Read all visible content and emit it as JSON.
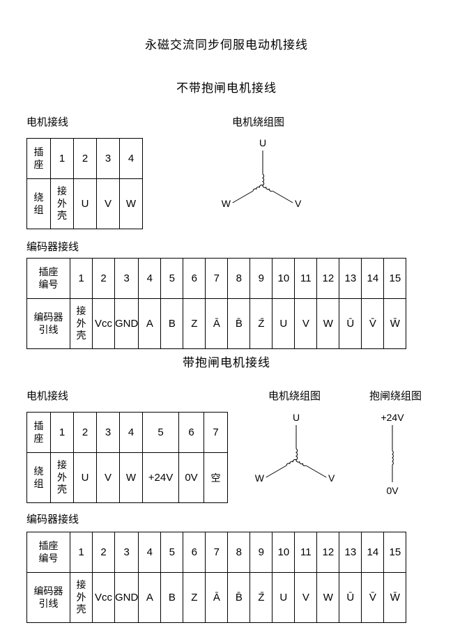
{
  "page": {
    "title": "永磁交流同步伺服电动机接线",
    "section1_title": "不带抱闸电机接线",
    "section2_title": "带抱闸电机接线"
  },
  "labels": {
    "motor_wiring": "电机接线",
    "motor_winding_diagram": "电机绕组图",
    "encoder_wiring": "编码器接线",
    "brake_winding_diagram": "抱闸绕组图"
  },
  "motor_table_no_brake": {
    "row1_header": "插座",
    "row1": [
      "1",
      "2",
      "3",
      "4"
    ],
    "row2_header": "绕组",
    "row2": [
      "接外壳",
      "U",
      "V",
      "W"
    ]
  },
  "motor_table_brake": {
    "row1_header": "插座",
    "row1": [
      "1",
      "2",
      "3",
      "4",
      "5",
      "6",
      "7"
    ],
    "row2_header": "绕组",
    "row2": [
      "接外壳",
      "U",
      "V",
      "W",
      "+24V",
      "0V",
      "空"
    ]
  },
  "encoder_table": {
    "row1_header": "插座编号",
    "row1": [
      "1",
      "2",
      "3",
      "4",
      "5",
      "6",
      "7",
      "8",
      "9",
      "10",
      "11",
      "12",
      "13",
      "14",
      "15"
    ],
    "row2_header": "编码器引线",
    "row2": [
      "接外壳",
      "Vcc",
      "GND",
      "A",
      "B",
      "Z",
      "Ā",
      "B̄",
      "Z̄",
      "U",
      "V",
      "W",
      "Ū",
      "V̄",
      "W̄"
    ]
  },
  "winding_diagram": {
    "top": "U",
    "left": "W",
    "right": "V"
  },
  "brake_diagram": {
    "top": "+24V",
    "bottom": "0V"
  }
}
